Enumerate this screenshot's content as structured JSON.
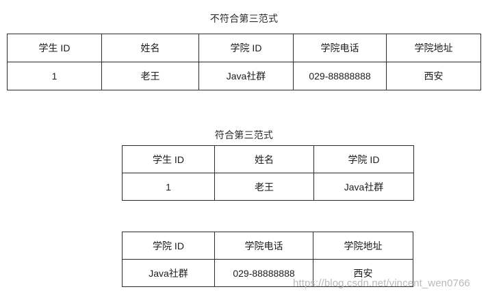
{
  "sections": [
    {
      "title": "不符合第三范式",
      "table": {
        "headers": [
          "学生 ID",
          "姓名",
          "学院 ID",
          "学院电话",
          "学院地址"
        ],
        "rows": [
          [
            "1",
            "老王",
            "Java社群",
            "029-88888888",
            "西安"
          ]
        ]
      }
    },
    {
      "title": "符合第三范式",
      "table": {
        "headers": [
          "学生 ID",
          "姓名",
          "学院 ID"
        ],
        "rows": [
          [
            "1",
            "老王",
            "Java社群"
          ]
        ]
      }
    },
    {
      "title": "",
      "table": {
        "headers": [
          "学院 ID",
          "学院电话",
          "学院地址"
        ],
        "rows": [
          [
            "Java社群",
            "029-88888888",
            "西安"
          ]
        ]
      }
    }
  ],
  "watermark": {
    "text": "https://blog.csdn.net/vincent_wen0766"
  },
  "colors": {
    "background": "#ffffff",
    "border": "#2a2a2a",
    "text": "#1c1c1c",
    "watermark": "#b9b9b9"
  }
}
